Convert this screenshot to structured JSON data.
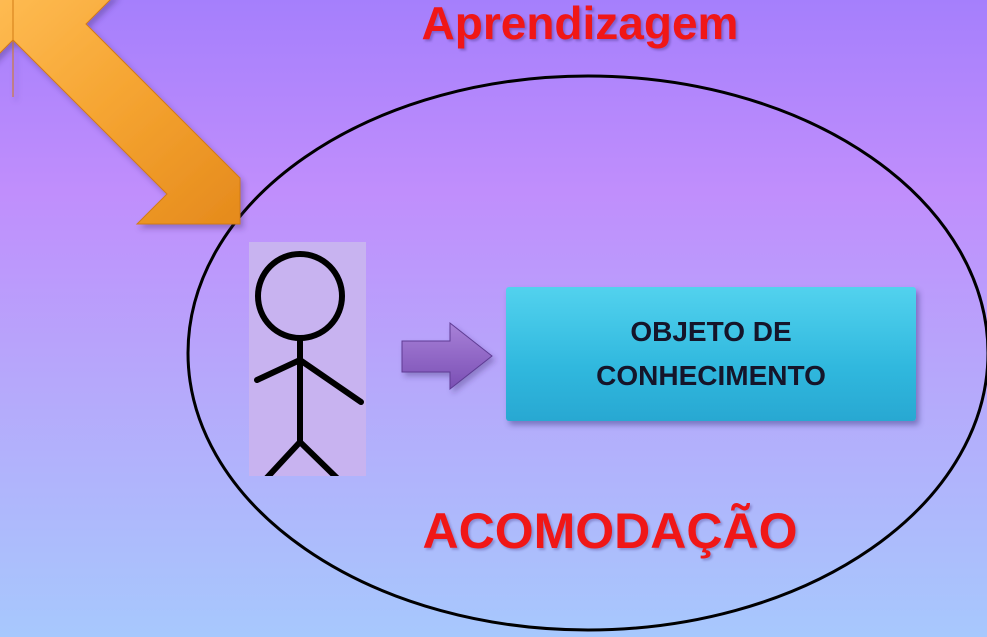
{
  "title": "Aprendizagem",
  "concept_box": {
    "label": "OBJETO DE\nCONHECIMENTO"
  },
  "caption": "ACOMODAÇÃO",
  "colors": {
    "title_text": "#f01717",
    "caption_text": "#f01717",
    "background_top": "#a57ffc",
    "background_bottom": "#a7c8fd",
    "double_arrow": "#f5a431",
    "small_arrow": "#8a5fc0",
    "concept_box": "#35bde2",
    "person_box": "#c8b3f0"
  },
  "icons": {
    "double_arrow": "diagonal-double-arrow-icon",
    "person": "stick-figure-icon",
    "small_arrow": "right-arrow-icon"
  }
}
